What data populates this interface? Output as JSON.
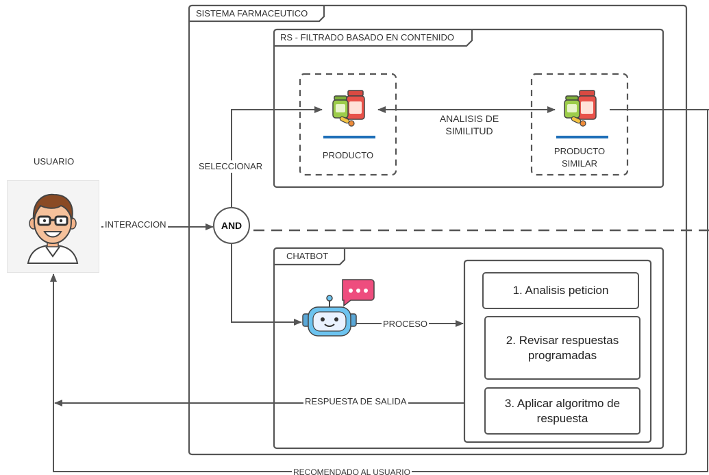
{
  "diagram": {
    "user_label": "USUARIO",
    "system_title": "SISTEMA FARMACEUTICO",
    "rs_title": "RS - FILTRADO BASADO EN CONTENIDO",
    "product_label": "PRODUCTO",
    "similar_product_label": "PRODUCTO\nSIMILAR",
    "similarity_label": "ANALISIS DE\nSIMILITUD",
    "select_label": "SELECCIONAR",
    "interaction_label": "INTERACCION",
    "and_label": "AND",
    "chatbot_title": "CHATBOT",
    "process_label": "PROCESO",
    "steps": [
      "1. Analisis peticion",
      "2. Revisar respuestas\nprogramadas",
      "3. Aplicar algoritmo de\nrespuesta"
    ],
    "output_label": "RESPUESTA DE SALIDA",
    "recommend_label": "RECOMENDADO AL USUARIO"
  },
  "icons": {
    "user": "user-avatar-icon",
    "product": "medicine-bottles-icon",
    "similar_product": "medicine-bottles-icon",
    "bot": "robot-icon",
    "chat": "chat-bubble-icon"
  },
  "colors": {
    "line": "#555555",
    "bottle_red": "#e8524a",
    "bottle_green": "#9ccc4a",
    "bot_blue": "#6cc3ef",
    "chat_pink": "#ee4d7e",
    "product_bar": "#1e6fb8"
  }
}
